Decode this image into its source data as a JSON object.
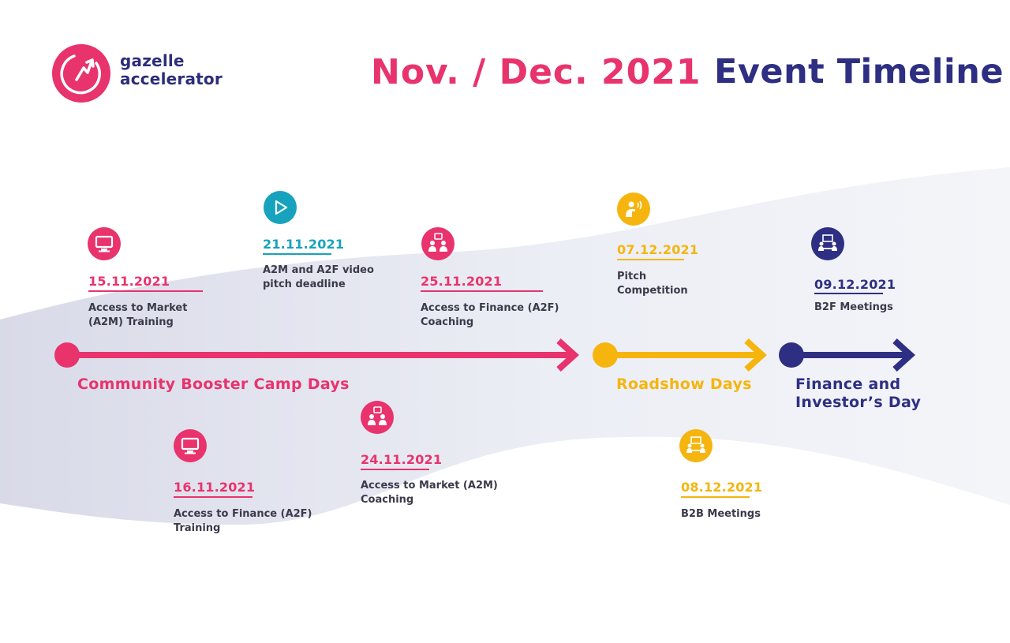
{
  "logo": {
    "line1": "gazelle",
    "line2": "accelerator"
  },
  "header": {
    "date_title": "Nov. / Dec. 2021",
    "main_title": "Event Timeline"
  },
  "colors": {
    "pink": "#e8336d",
    "teal": "#17a2bd",
    "yellow": "#f5b50e",
    "navy": "#2e2f82"
  },
  "phases": [
    {
      "lines": [
        "Community Booster Camp Days"
      ],
      "color": "pink"
    },
    {
      "lines": [
        "Roadshow Days"
      ],
      "color": "yellow"
    },
    {
      "lines": [
        "Finance and",
        "Investor’s Day"
      ],
      "color": "navy"
    }
  ],
  "events": [
    {
      "date": "15.11.2021",
      "lines": [
        "Access to Market",
        "(A2M) Training"
      ],
      "icon": "computer-icon",
      "color": "pink"
    },
    {
      "date": "16.11.2021",
      "lines": [
        "Access to Finance (A2F)",
        "Training"
      ],
      "icon": "computer-icon",
      "color": "pink"
    },
    {
      "date": "21.11.2021",
      "lines": [
        "A2M and A2F video",
        "pitch deadline"
      ],
      "icon": "play-icon",
      "color": "teal"
    },
    {
      "date": "24.11.2021",
      "lines": [
        "Access to Market (A2M)",
        "Coaching"
      ],
      "icon": "coaching-icon",
      "color": "pink"
    },
    {
      "date": "25.11.2021",
      "lines": [
        "Access to Finance (A2F)",
        "Coaching"
      ],
      "icon": "coaching-icon",
      "color": "pink"
    },
    {
      "date": "07.12.2021",
      "lines": [
        "Pitch",
        "Competition"
      ],
      "icon": "presenter-icon",
      "color": "yellow"
    },
    {
      "date": "08.12.2021",
      "lines": [
        "B2B Meetings"
      ],
      "icon": "meeting-icon",
      "color": "yellow"
    },
    {
      "date": "09.12.2021",
      "lines": [
        "B2F Meetings"
      ],
      "icon": "meeting-icon",
      "color": "navy"
    }
  ]
}
